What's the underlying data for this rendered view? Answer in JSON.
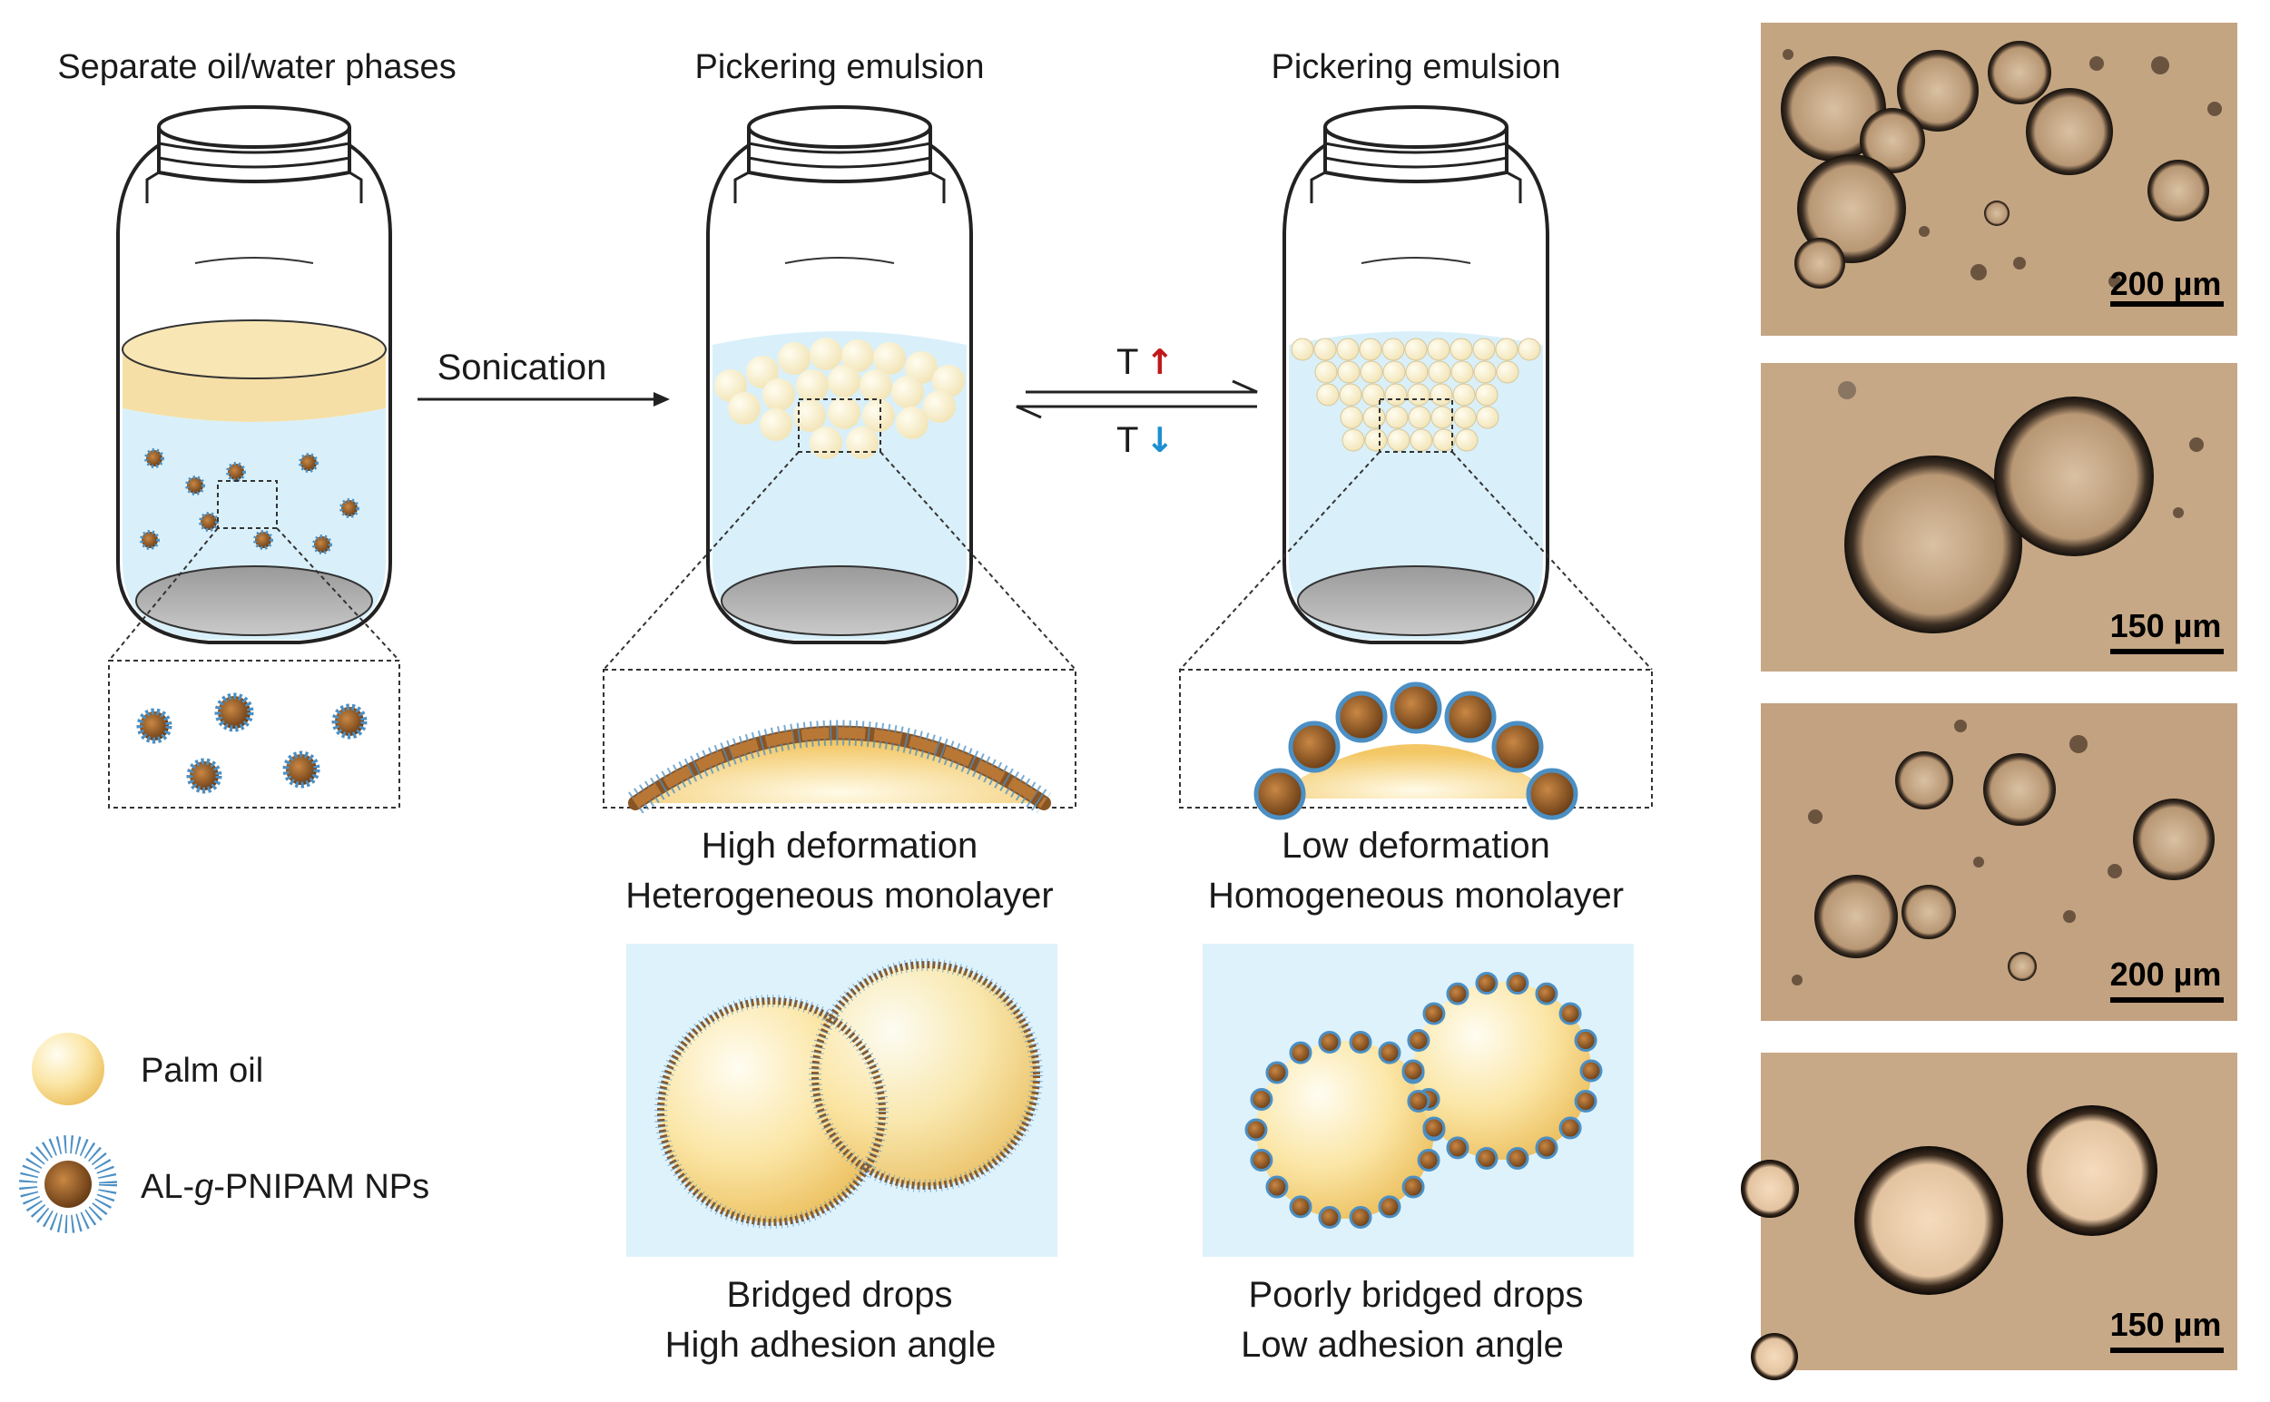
{
  "panels": {
    "left_title": "Separate oil/water phases",
    "mid_title": "Pickering emulsion",
    "right_title": "Pickering emulsion"
  },
  "arrows": {
    "sonication": "Sonication",
    "t_up_letter": "T",
    "t_down_letter": "T",
    "t_up_arrow": "↑",
    "t_down_arrow": "↓"
  },
  "mid": {
    "line1": "High deformation",
    "line2": "Heterogeneous monolayer",
    "drops_line1": "Bridged drops",
    "drops_line2": "High adhesion angle"
  },
  "right": {
    "line1": "Low deformation",
    "line2": "Homogeneous monolayer",
    "drops_line1": "Poorly bridged drops",
    "drops_line2": "Low adhesion angle"
  },
  "legend": {
    "palm_oil": "Palm oil",
    "np_prefix": "AL-",
    "np_italic": "g",
    "np_suffix": "-PNIPAM NPs"
  },
  "micrographs": {
    "scale1": "200 µm",
    "scale2": "150 µm",
    "scale3": "200 µm",
    "scale4": "150 µm"
  },
  "colors": {
    "oil": "#f6dfa6",
    "water": "#d9f0fa",
    "micro_bg": "#c4a685",
    "np_core": "#a0642a",
    "np_hair": "#4b8fc4"
  }
}
